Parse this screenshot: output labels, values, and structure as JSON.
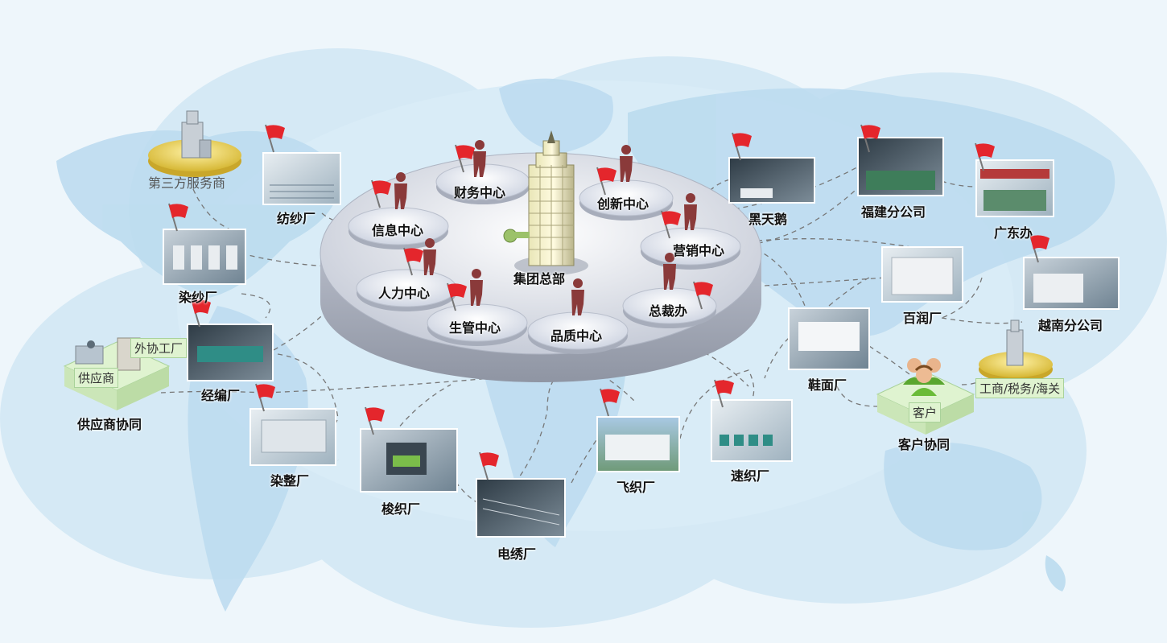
{
  "headquarters": {
    "label": "集团总部"
  },
  "centers": [
    {
      "id": "finance",
      "label": "财务中心"
    },
    {
      "id": "innovation",
      "label": "创新中心"
    },
    {
      "id": "information",
      "label": "信息中心"
    },
    {
      "id": "marketing",
      "label": "营销中心"
    },
    {
      "id": "hr",
      "label": "人力中心"
    },
    {
      "id": "president-office",
      "label": "总裁办"
    },
    {
      "id": "production",
      "label": "生管中心"
    },
    {
      "id": "quality",
      "label": "品质中心"
    }
  ],
  "nodes": [
    {
      "id": "third-party",
      "label": "第三方服务商"
    },
    {
      "id": "spinning",
      "label": "纺纱厂"
    },
    {
      "id": "yarn-dyeing",
      "label": "染纱厂"
    },
    {
      "id": "warp-knit",
      "label": "经编厂"
    },
    {
      "id": "dye-finish",
      "label": "染整厂"
    },
    {
      "id": "shuttle-weave",
      "label": "梭织厂"
    },
    {
      "id": "embroidery",
      "label": "电绣厂"
    },
    {
      "id": "fly-weave",
      "label": "飞织厂"
    },
    {
      "id": "quick-weave",
      "label": "速织厂"
    },
    {
      "id": "shoe-upper",
      "label": "鞋面厂"
    },
    {
      "id": "black-swan",
      "label": "黑天鹅"
    },
    {
      "id": "fujian",
      "label": "福建分公司"
    },
    {
      "id": "guangdong",
      "label": "广东办"
    },
    {
      "id": "bairun",
      "label": "百润厂"
    },
    {
      "id": "vietnam",
      "label": "越南分公司"
    },
    {
      "id": "supplier-collab",
      "label": "供应商协同"
    },
    {
      "id": "customer-collab",
      "label": "客户协同"
    }
  ],
  "tags": {
    "supplier": "供应商",
    "outsource": "外协工厂",
    "customer": "客户",
    "gov": "工商/税务/海关"
  },
  "colors": {
    "flag": "#e4262c",
    "person": "#8a3a3a",
    "platform": "#d9dde6",
    "map": "#bcdcef",
    "cloud": "#d2e8f5"
  }
}
